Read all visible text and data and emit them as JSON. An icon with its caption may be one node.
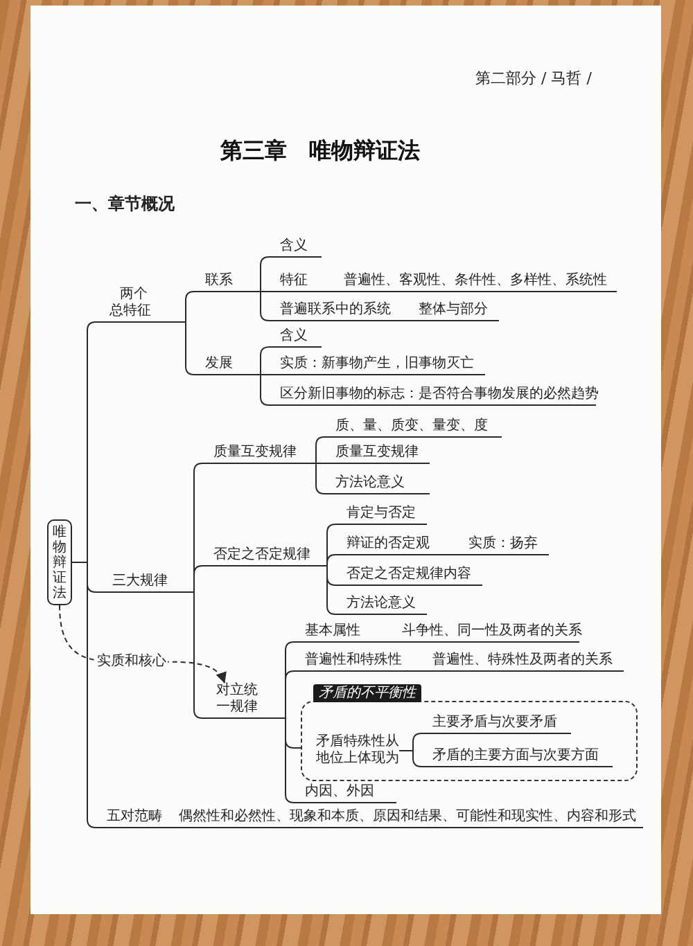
{
  "diagram": {
    "title": "第三章　唯物辩证法",
    "nodes": [
      {
        "text": [
          "唯物辩证法"
        ]
      },
      {
        "text": [
          "两个总特征"
        ]
      },
      {
        "text": [
          "联系"
        ]
      },
      {
        "text": [
          "含义"
        ]
      },
      {
        "text": [
          "特征",
          "普遍性、客观性、条件性、多样性、系统性"
        ]
      },
      {
        "text": [
          "普遍联系中的系统",
          "整体与部分"
        ]
      },
      {
        "text": [
          "发展"
        ]
      },
      {
        "text": [
          "含义"
        ]
      },
      {
        "text": [
          "实质：新事物产生，旧事物灭亡"
        ]
      },
      {
        "text": [
          "区分新旧事物的标志：是否符合事物发展的必然趋势"
        ]
      },
      {
        "text": [
          "三大规律"
        ]
      },
      {
        "text": [
          "质量互变规律"
        ]
      },
      {
        "text": [
          "质、量、质变、量变、度"
        ]
      },
      {
        "text": [
          "质量互变规律"
        ]
      },
      {
        "text": [
          "方法论意义"
        ]
      },
      {
        "text": [
          "否定之否定规律"
        ]
      },
      {
        "text": [
          "肯定与否定"
        ]
      },
      {
        "text": [
          "辩证的否定观",
          "实质：扬弃"
        ]
      },
      {
        "text": [
          "否定之否定规律内容"
        ]
      },
      {
        "text": [
          "方法论意义"
        ]
      },
      {
        "text": [
          "对立统一规律"
        ]
      },
      {
        "text": [
          "基本属性",
          "斗争性、同一性及两者的关系"
        ]
      },
      {
        "text": [
          "普遍性和特殊性",
          "普遍性、特殊性及两者的关系"
        ]
      },
      {
        "text": [
          "矛盾的不平衡性"
        ]
      },
      {
        "text": [
          "矛盾特殊性从地位上体现为"
        ],
        "in": 23
      },
      {
        "text": [
          "主要矛盾与次要矛盾"
        ],
        "in": 23
      },
      {
        "text": [
          "矛盾的主要方面与次要方面"
        ],
        "in": 23
      },
      {
        "text": [
          "内因、外因"
        ]
      },
      {
        "text": [
          "五对范畴",
          "偶然性和必然性、现象和本质、原因和结果、可能性和现实性、内容和形式"
        ]
      }
    ],
    "edges": [
      {
        "from": 0,
        "to": 1,
        "arrow": "none"
      },
      {
        "from": 1,
        "to": 2,
        "arrow": "none"
      },
      {
        "from": 2,
        "to": 3,
        "arrow": "none"
      },
      {
        "from": 2,
        "to": 4,
        "arrow": "none"
      },
      {
        "from": 2,
        "to": 5,
        "arrow": "none"
      },
      {
        "from": 1,
        "to": 6,
        "arrow": "none"
      },
      {
        "from": 6,
        "to": 7,
        "arrow": "none"
      },
      {
        "from": 6,
        "to": 8,
        "arrow": "none"
      },
      {
        "from": 6,
        "to": 9,
        "arrow": "none"
      },
      {
        "from": 0,
        "to": 10,
        "arrow": "none"
      },
      {
        "from": 10,
        "to": 11,
        "arrow": "none"
      },
      {
        "from": 11,
        "to": 12,
        "arrow": "none"
      },
      {
        "from": 11,
        "to": 13,
        "arrow": "none"
      },
      {
        "from": 11,
        "to": 14,
        "arrow": "none"
      },
      {
        "from": 10,
        "to": 15,
        "arrow": "none"
      },
      {
        "from": 15,
        "to": 16,
        "arrow": "none"
      },
      {
        "from": 15,
        "to": 17,
        "arrow": "none"
      },
      {
        "from": 15,
        "to": 18,
        "arrow": "none"
      },
      {
        "from": 15,
        "to": 19,
        "arrow": "none"
      },
      {
        "from": 10,
        "to": 20,
        "arrow": "none"
      },
      {
        "from": 20,
        "to": 21,
        "arrow": "none"
      },
      {
        "from": 20,
        "to": 22,
        "arrow": "none"
      },
      {
        "from": 20,
        "to": 23,
        "arrow": "none"
      },
      {
        "from": 24,
        "to": 25,
        "arrow": "none"
      },
      {
        "from": 24,
        "to": 26,
        "arrow": "none"
      },
      {
        "from": 20,
        "to": 27,
        "arrow": "none"
      },
      {
        "from": 0,
        "to": 28,
        "arrow": "none"
      },
      {
        "from": 0,
        "to": 20,
        "arrow": "to",
        "style": "dashed",
        "label": "实质和核心"
      }
    ],
    "labels": [
      "第二部分 / 马哲 /",
      "一、章节概况"
    ]
  }
}
